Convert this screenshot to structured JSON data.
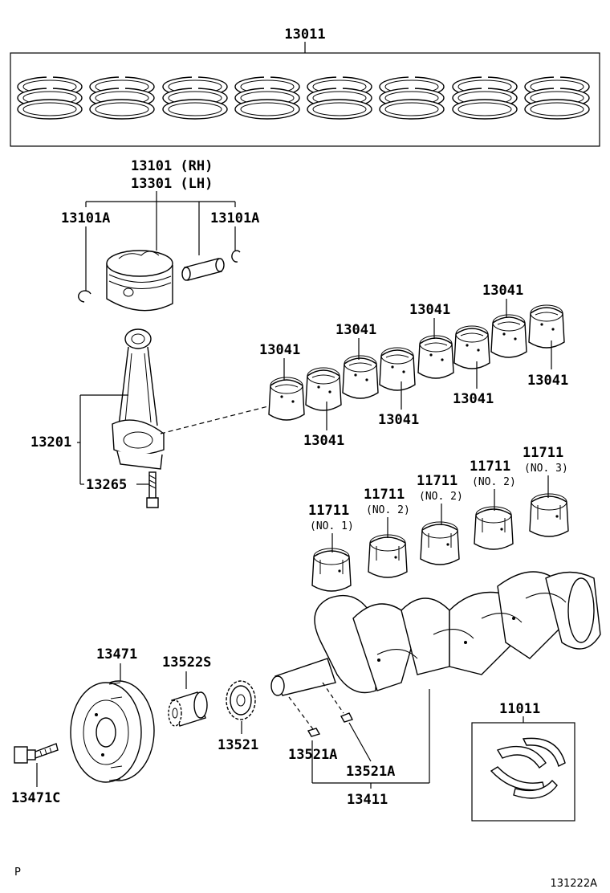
{
  "labels": {
    "ring_set": "13011",
    "piston_rh": "13101 (RH)",
    "piston_lh": "13301 (LH)",
    "snap_ring_left": "13101A",
    "snap_ring_right": "13101A",
    "connecting_rod": "13201",
    "rod_bolt": "13265",
    "rod_bearing": "13041",
    "main_bearing": "11711",
    "main_bearing_no1": "(NO. 1)",
    "main_bearing_no2": "(NO. 2)",
    "main_bearing_no3": "(NO. 3)",
    "pulley": "13471",
    "pulley_bolt": "13471C",
    "timing_gear": "13522S",
    "crank_gear": "13521",
    "key": "13521A",
    "crankshaft": "13411",
    "thrust_washer": "11011"
  },
  "footer": {
    "left_mark": "P",
    "diagram_id": "131222A"
  }
}
